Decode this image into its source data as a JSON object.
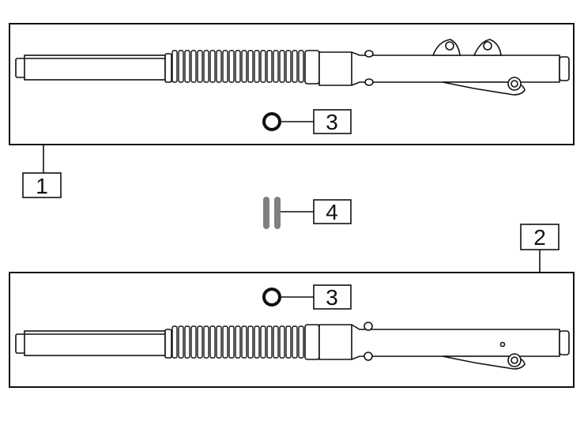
{
  "callouts": {
    "fork_left_assembly": "1",
    "fork_right_assembly": "2",
    "oil_seal_top": "3",
    "oil_seal_bottom": "3",
    "dust_seal": "4"
  },
  "colors": {
    "line": "#111111",
    "seal_grey": "#808080",
    "background": "#ffffff"
  }
}
